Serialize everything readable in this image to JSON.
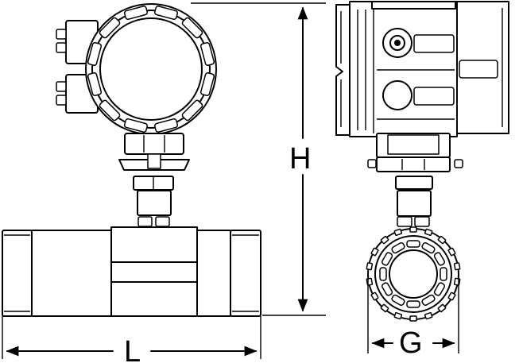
{
  "dimensions": {
    "height_label": "H",
    "length_label": "L",
    "width_label": "G"
  },
  "colors": {
    "line": "#000000",
    "background": "#ffffff"
  }
}
